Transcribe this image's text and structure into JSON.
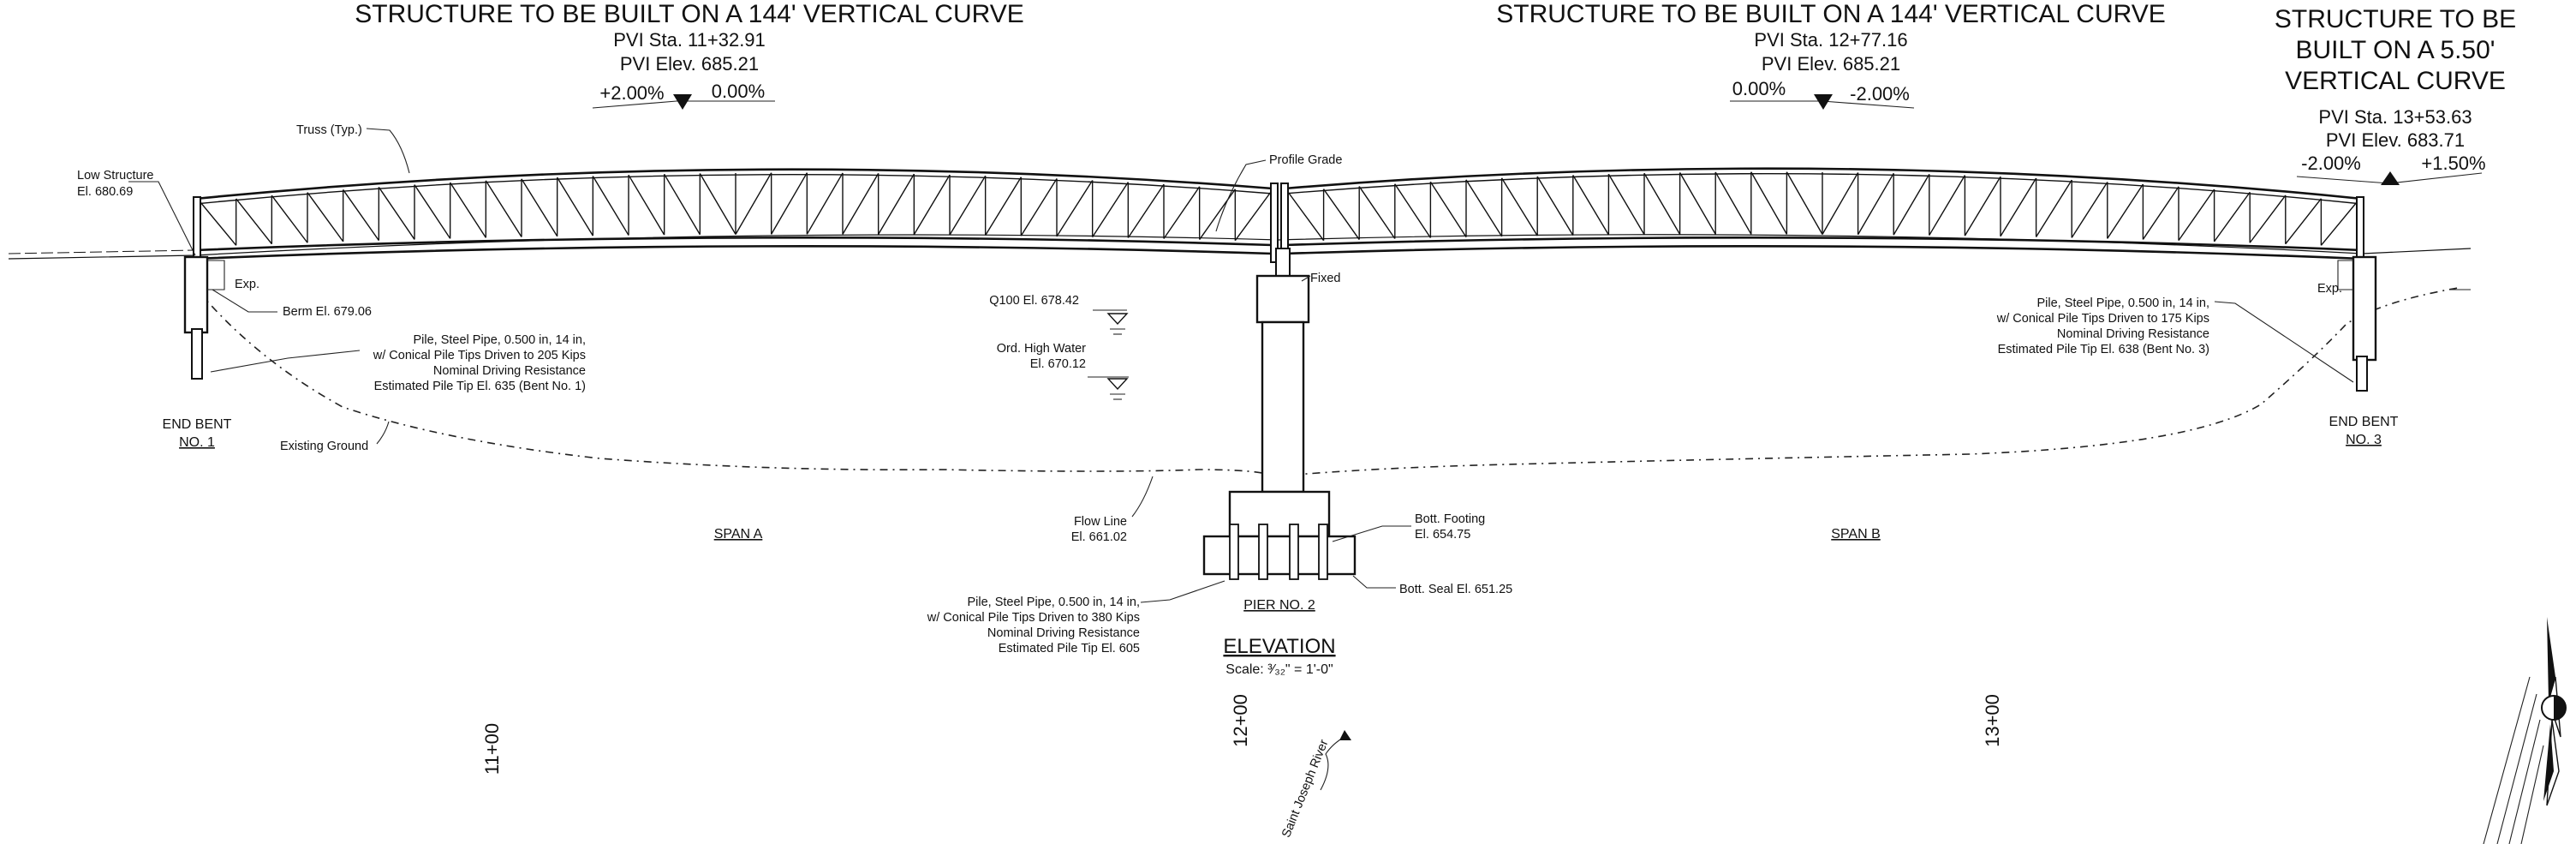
{
  "curves": [
    {
      "title": "STRUCTURE TO BE BUILT ON A 144' VERTICAL CURVE",
      "sta": "PVI Sta. 11+32.91",
      "elev": "PVI Elev. 685.21",
      "grade_in": "+2.00%",
      "grade_out": "0.00%"
    },
    {
      "title": "STRUCTURE TO BE BUILT ON A 144' VERTICAL CURVE",
      "sta": "PVI Sta. 12+77.16",
      "elev": "PVI Elev. 685.21",
      "grade_in": "0.00%",
      "grade_out": "-2.00%"
    },
    {
      "title_lines": [
        "STRUCTURE TO BE",
        "BUILT ON A 5.50'",
        "VERTICAL CURVE"
      ],
      "sta": "PVI Sta. 13+53.63",
      "elev": "PVI Elev. 683.71",
      "grade_in": "-2.00%",
      "grade_out": "+1.50%"
    }
  ],
  "labels": {
    "truss": "Truss (Typ.)",
    "low_structure": [
      "Low Structure",
      "El. 680.69"
    ],
    "profile_grade": "Profile Grade",
    "fixed": "Fixed",
    "exp_left": "Exp.",
    "exp_right": "Exp.",
    "berm": "Berm El. 679.06",
    "pile_bent1": [
      "Pile, Steel Pipe, 0.500 in, 14 in,",
      "w/ Conical Pile Tips Driven to 205 Kips",
      "Nominal Driving Resistance",
      "Estimated Pile Tip El. 635 (Bent No. 1)"
    ],
    "pile_bent3": [
      "Pile, Steel Pipe, 0.500 in, 14 in,",
      "w/ Conical Pile Tips Driven to 175 Kips",
      "Nominal Driving Resistance",
      "Estimated Pile Tip El. 638 (Bent No. 3)"
    ],
    "pile_pier2": [
      "Pile, Steel Pipe, 0.500 in, 14 in,",
      "w/ Conical Pile Tips Driven to 380 Kips",
      "Nominal Driving Resistance",
      "Estimated Pile Tip El. 605"
    ],
    "q100": "Q100 El.  678.42",
    "ohw": [
      "Ord. High Water",
      "El. 670.12"
    ],
    "end_bent_1": [
      "END BENT",
      "NO. 1"
    ],
    "end_bent_3": [
      "END BENT",
      "NO. 3"
    ],
    "existing_ground": "Existing Ground",
    "flow_line": [
      "Flow Line",
      "El. 661.02"
    ],
    "bott_footing": [
      "Bott. Footing",
      "El. 654.75"
    ],
    "bott_seal": "Bott. Seal El. 651.25",
    "pier_2": "PIER NO. 2",
    "span_a": "SPAN A",
    "span_b": "SPAN B",
    "elevation_title": "ELEVATION",
    "scale": "Scale: ³⁄₃₂\" = 1'-0\"",
    "river": "Saint Joseph River"
  },
  "stations": [
    "11+00",
    "12+00",
    "13+00"
  ],
  "icons": {
    "north_arrow": "north-arrow-icon",
    "flow_arrow": "river-flow-arrow-icon",
    "water_level_1": "water-level-marker-icon",
    "water_level_2": "water-level-marker-icon"
  }
}
